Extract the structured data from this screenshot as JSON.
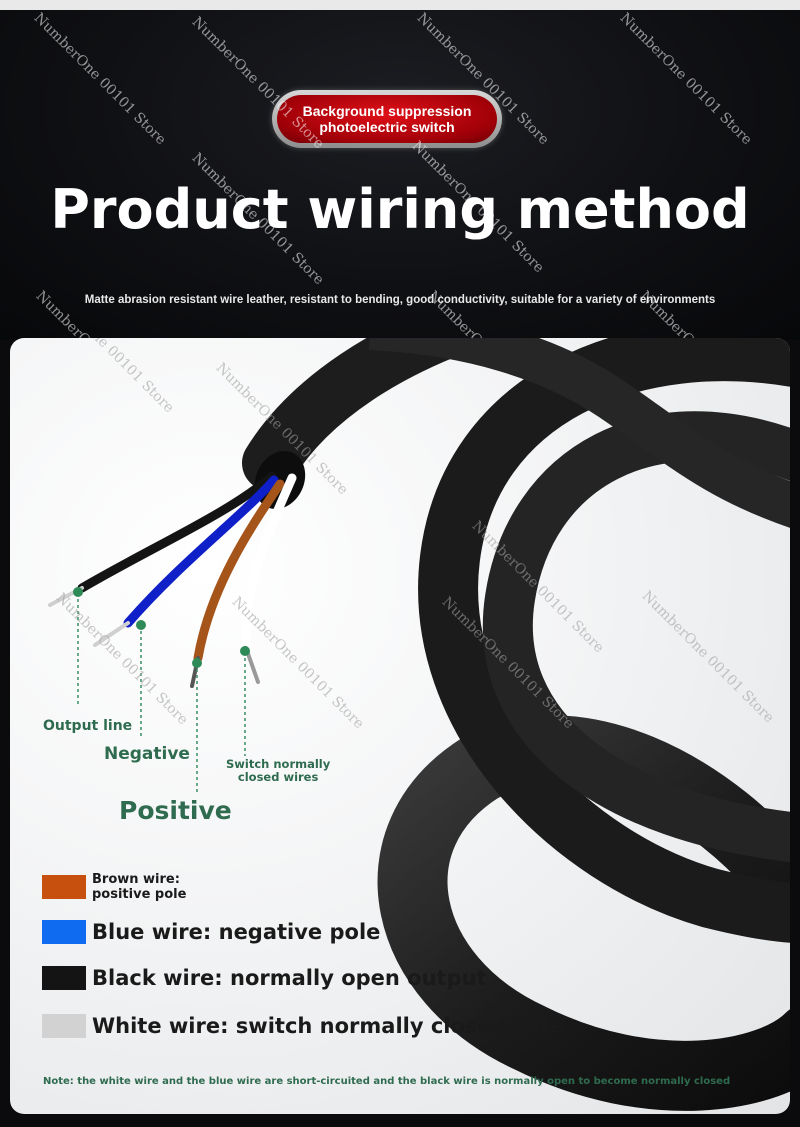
{
  "header": {
    "badge_line1": "Background suppression",
    "badge_line2": "photoelectric switch",
    "title": "Product wiring method",
    "subtitle": "Matte abrasion resistant wire leather, resistant to bending, good conductivity, suitable for a variety of environments"
  },
  "callouts": {
    "output_line": "Output line",
    "negative": "Negative",
    "switch_nc_line1": "Switch normally",
    "switch_nc_line2": "closed wires",
    "positive": "Positive"
  },
  "legend": {
    "brown_line1": "Brown wire:",
    "brown_line2": "positive pole",
    "blue": "Blue wire: negative pole",
    "black": "Black wire: normally open output",
    "white": "White wire: switch normally closed wire"
  },
  "note": "Note: the white wire and the blue wire are short-circuited and the black wire is normally open to become normally closed",
  "watermark": "NumberOne 00101 Store",
  "colors": {
    "brown": "#c8500f",
    "blue": "#0f6cf0",
    "black": "#141414",
    "white": "#d2d2d2",
    "label_green": "#2f6b4f",
    "badge_red": "#c8000c"
  }
}
